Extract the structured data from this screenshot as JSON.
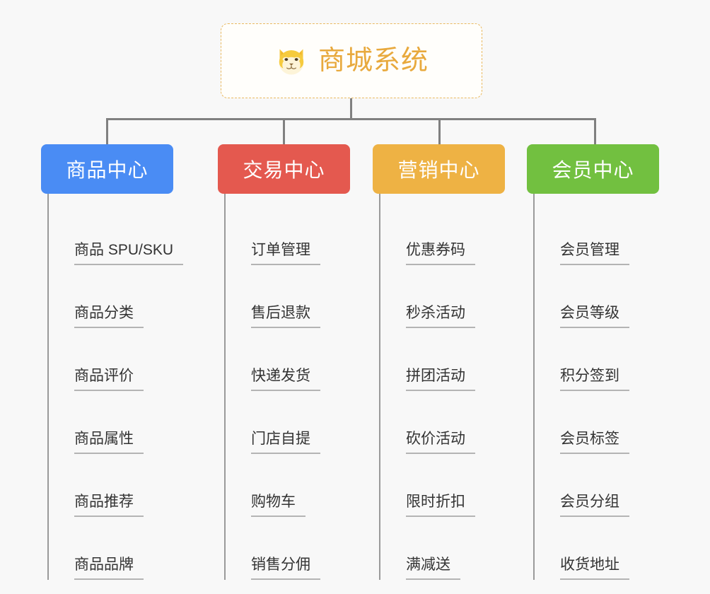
{
  "page": {
    "background_color": "#f8f8f8",
    "type": "org-chart-mindmap"
  },
  "root": {
    "title": "商城系统",
    "icon": "shiba-dog-emoji",
    "text_color": "#e8a93d",
    "border_color": "#e9b960",
    "background_color": "#fffefb"
  },
  "connector": {
    "color": "#808080"
  },
  "branches": [
    {
      "label": "商品中心",
      "color": "#4a8cf4",
      "items": [
        "商品 SPU/SKU",
        "商品分类",
        "商品评价",
        "商品属性",
        "商品推荐",
        "商品品牌"
      ]
    },
    {
      "label": "交易中心",
      "color": "#e4594f",
      "items": [
        "订单管理",
        "售后退款",
        "快递发货",
        "门店自提",
        "购物车",
        "销售分佣"
      ]
    },
    {
      "label": "营销中心",
      "color": "#eeb244",
      "items": [
        "优惠券码",
        "秒杀活动",
        "拼团活动",
        "砍价活动",
        "限时折扣",
        "满减送"
      ]
    },
    {
      "label": "会员中心",
      "color": "#72c040",
      "items": [
        "会员管理",
        "会员等级",
        "积分签到",
        "会员标签",
        "会员分组",
        "收货地址"
      ]
    }
  ]
}
